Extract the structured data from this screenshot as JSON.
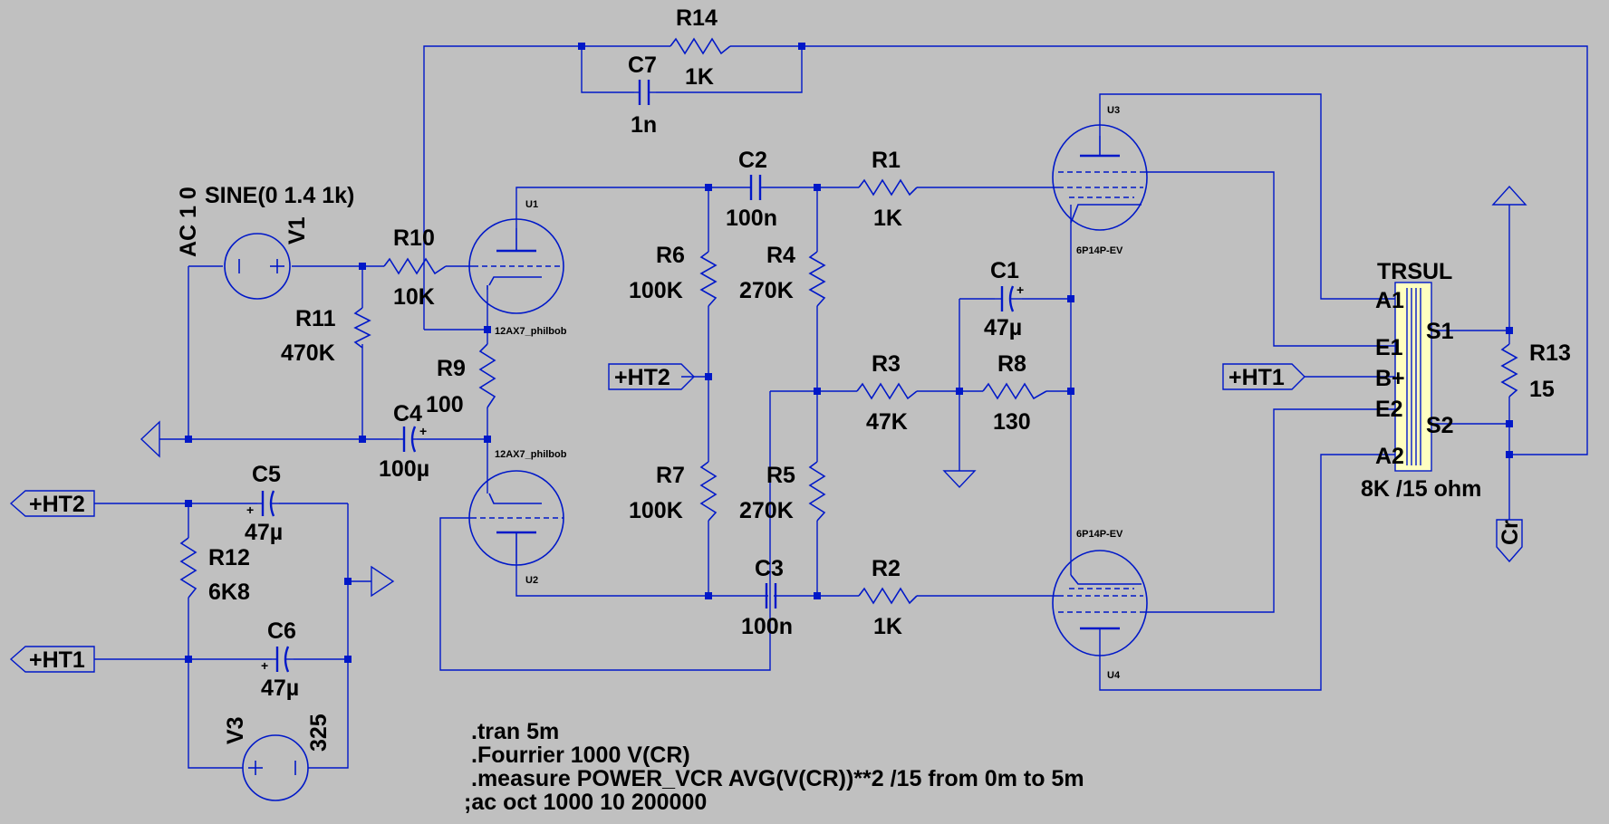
{
  "components": {
    "r14": {
      "name": "R14",
      "value": "1K"
    },
    "c7": {
      "name": "C7",
      "value": "1n"
    },
    "c2": {
      "name": "C2",
      "value": "100n"
    },
    "r1": {
      "name": "R1",
      "value": "1K"
    },
    "r10": {
      "name": "R10",
      "value": "10K"
    },
    "r11": {
      "name": "R11",
      "value": "470K"
    },
    "r9": {
      "name": "R9",
      "value": "100"
    },
    "c4": {
      "name": "C4",
      "value": "100µ"
    },
    "r6": {
      "name": "R6",
      "value": "100K"
    },
    "r4": {
      "name": "R4",
      "value": "270K"
    },
    "r7": {
      "name": "R7",
      "value": "100K"
    },
    "r5": {
      "name": "R5",
      "value": "270K"
    },
    "r3": {
      "name": "R3",
      "value": "47K"
    },
    "r8": {
      "name": "R8",
      "value": "130"
    },
    "c1": {
      "name": "C1",
      "value": "47µ"
    },
    "c3": {
      "name": "C3",
      "value": "100n"
    },
    "r2": {
      "name": "R2",
      "value": "1K"
    },
    "c5": {
      "name": "C5",
      "value": "47µ"
    },
    "r12": {
      "name": "R12",
      "value": "6K8"
    },
    "c6": {
      "name": "C6",
      "value": "47µ"
    },
    "r13": {
      "name": "R13",
      "value": "15"
    },
    "v1": {
      "name": "V1",
      "value": "SINE(0 1.4 1k)",
      "ac": "AC 1 0"
    },
    "v3": {
      "name": "V3",
      "value": "325"
    },
    "u1": {
      "name": "U1",
      "model": "12AX7_philbob"
    },
    "u2": {
      "name": "U2",
      "model": "12AX7_philbob"
    },
    "u3": {
      "name": "U3",
      "model": "6P14P-EV"
    },
    "u4": {
      "name": "U4",
      "model": "6P14P-EV"
    },
    "transformer": {
      "name": "TRSUL",
      "value": "8K /15 ohm",
      "pin_a1": "A1",
      "pin_e1": "E1",
      "pin_b": "B+",
      "pin_e2": "E2",
      "pin_a2": "A2",
      "pin_s1": "S1",
      "pin_s2": "S2"
    }
  },
  "labels": {
    "ht2": "+HT2",
    "ht1": "+HT1",
    "cr": "Cr"
  },
  "directives": [
    ".tran 5m",
    ".Fourrier 1000 V(CR)",
    ".measure POWER_VCR AVG(V(CR))**2 /15 from 0m to 5m",
    ";ac oct 1000 10 200000"
  ],
  "colors": {
    "background": "#c0c0c0",
    "wire": "#0018c8",
    "text": "#000000",
    "transformer_fill": "#ffffc0"
  }
}
